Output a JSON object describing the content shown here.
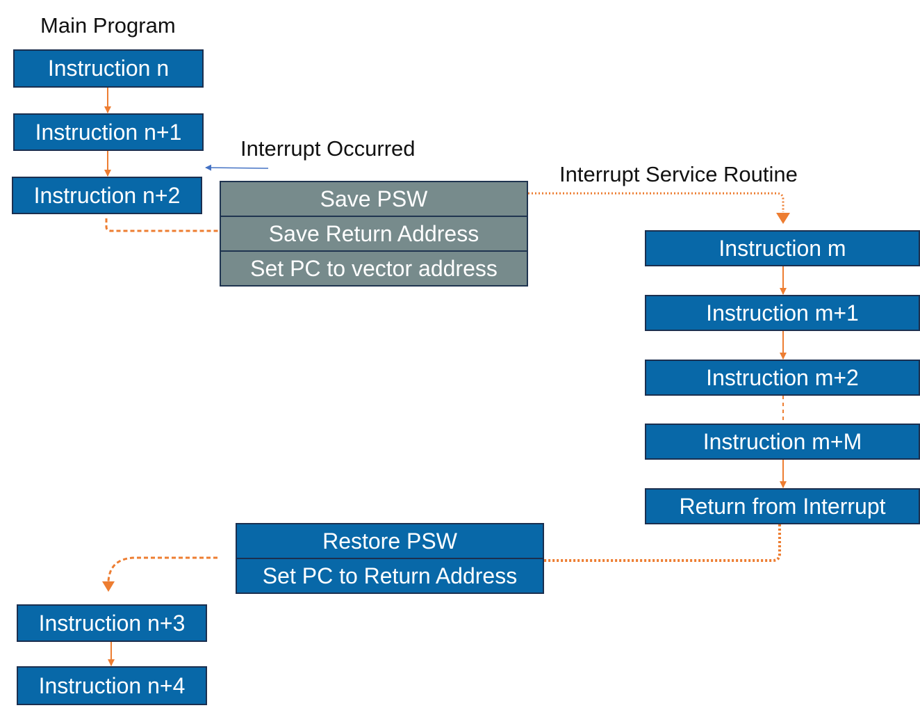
{
  "labels": {
    "main_program": "Main Program",
    "interrupt_occurred": "Interrupt Occurred",
    "isr": "Interrupt Service Routine"
  },
  "main_before": [
    "Instruction n",
    "Instruction n+1",
    "Instruction n+2"
  ],
  "save_steps": [
    "Save PSW",
    "Save Return Address",
    "Set PC to vector address"
  ],
  "isr_steps": [
    "Instruction m",
    "Instruction m+1",
    "Instruction m+2",
    "Instruction m+M",
    "Return from Interrupt"
  ],
  "restore_steps": [
    "Restore PSW",
    "Set PC to Return Address"
  ],
  "main_after": [
    "Instruction n+3",
    "Instruction n+4"
  ],
  "colors": {
    "box_fill": "#0868a8",
    "box_border": "#1b2f4f",
    "save_fill": "#778b8c",
    "connector": "#ed7d31",
    "interrupt_arrow": "#4472c4"
  }
}
